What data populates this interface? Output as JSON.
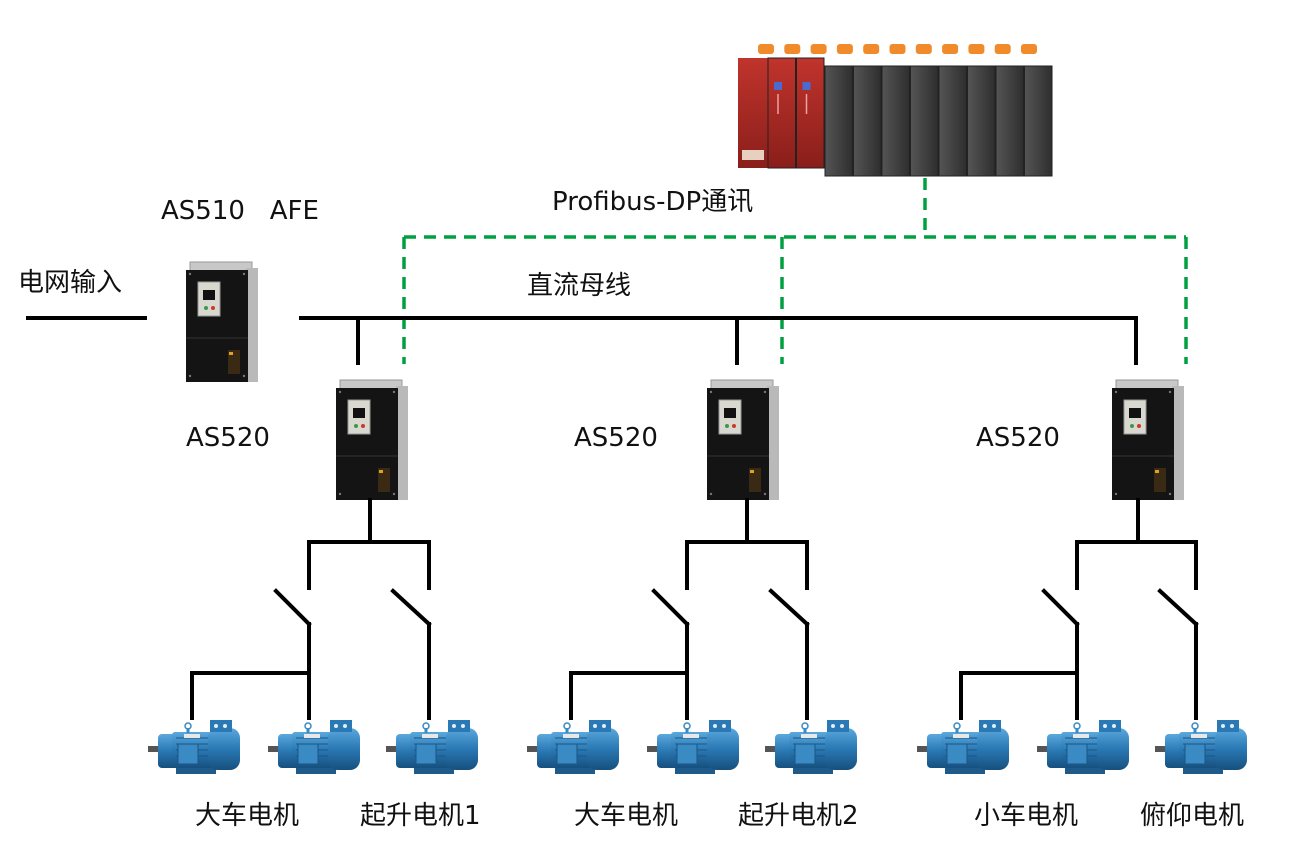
{
  "labels": {
    "afe": "AS510   AFE",
    "grid_input": "电网输入",
    "profibus": "Profibus-DP通讯",
    "dc_bus": "直流母线"
  },
  "colors": {
    "wire": "#000000",
    "profibus_bus": "#00a040",
    "plc_red": "#a0231f",
    "plc_gray": "#3a3a3a",
    "plc_orange": "#f08a2a",
    "drive_body": "#141414",
    "motor_blue": "#2a78b4"
  },
  "plc": {
    "name": "plc-rack",
    "red_modules": 3,
    "gray_modules": 8
  },
  "drives": [
    {
      "model": "AS520",
      "motors": [
        "大车电机",
        "起升电机1"
      ]
    },
    {
      "model": "AS520",
      "motors": [
        "大车电机",
        "起升电机2"
      ]
    },
    {
      "model": "AS520",
      "motors": [
        "小车电机",
        "俯仰电机"
      ]
    }
  ]
}
